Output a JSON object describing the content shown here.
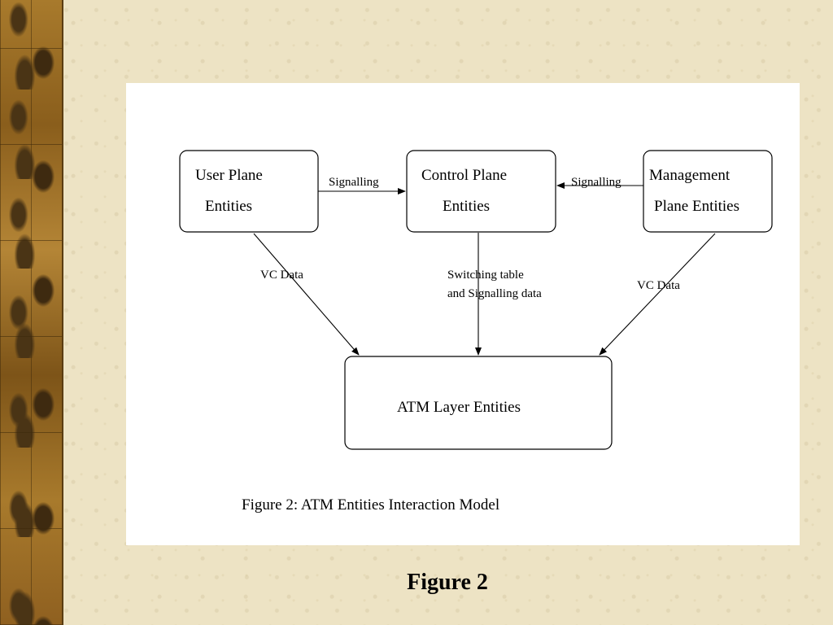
{
  "boxes": {
    "user_plane": {
      "line1": "User Plane",
      "line2": "Entities"
    },
    "control_plane": {
      "line1": "Control Plane",
      "line2": "Entities"
    },
    "management_plane": {
      "line1": "Management",
      "line2": "Plane Entities"
    },
    "atm_layer": {
      "line1": "ATM Layer Entities"
    }
  },
  "edges": {
    "user_to_control": "Signalling",
    "management_to_control": "Signalling",
    "user_to_atm": "VC Data",
    "control_to_atm_line1": "Switching table",
    "control_to_atm_line2": "and Signalling data",
    "management_to_atm": "VC  Data"
  },
  "figure_caption": "Figure 2: ATM Entities Interaction Model",
  "slide_caption": "Figure 2"
}
